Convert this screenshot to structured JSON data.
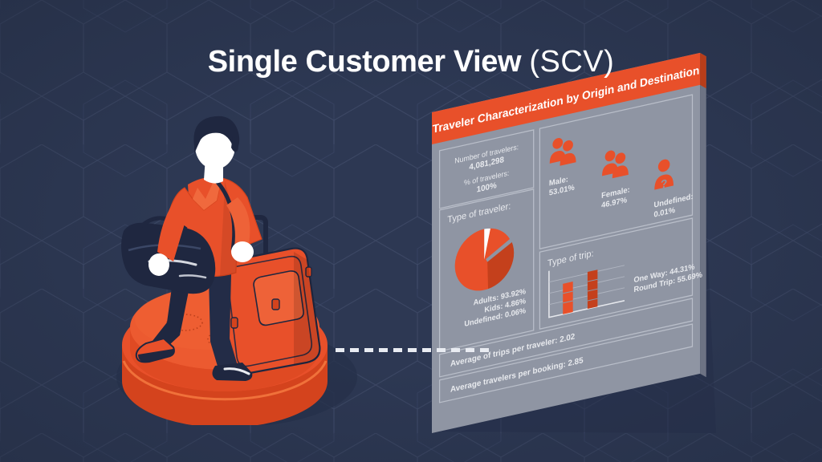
{
  "page": {
    "title_main": "Single Customer View",
    "title_paren": "(SCV)",
    "background_color": "#2d3853",
    "accent_color": "#e8502a",
    "panel_color": "#8f95a3",
    "text_color": "#ffffff"
  },
  "illustration": {
    "name": "traveler-with-suitcase",
    "podium_color": "#e8502a",
    "jacket_color": "#e8502a",
    "pants_color": "#1f2740",
    "bag_color": "#1f2740"
  },
  "connector": {
    "name": "dashed-connector",
    "color": "#e9ecf2"
  },
  "dashboard": {
    "header": "Traveler Characterization by Origin and Destination",
    "cards": {
      "travelers": {
        "label_1": "Number of travelers:",
        "value_1": "4,081,298",
        "label_2": "% of travelers:",
        "value_2": "100%"
      },
      "type_of_traveler": {
        "label": "Type of traveler:",
        "chart_type": "pie",
        "legend": [
          {
            "name": "Adults",
            "text": "Adults: 93.92%",
            "value": 93.92,
            "color": "#e8502a"
          },
          {
            "name": "Kids",
            "text": "Kids: 4.86%",
            "value": 4.86,
            "color": "#c4401c"
          },
          {
            "name": "Undefined",
            "text": "Undefined: 0.06%",
            "value": 0.06,
            "color": "#ffffff"
          }
        ]
      },
      "gender": [
        {
          "name": "male",
          "label": "Male:",
          "value": "53.01%",
          "icon": "people-icon"
        },
        {
          "name": "female",
          "label": "Female:",
          "value": "46.97%",
          "icon": "people-icon"
        },
        {
          "name": "undefined",
          "label": "Undefined:",
          "value": "0.01%",
          "icon": "person-question-icon"
        }
      ],
      "type_of_trip": {
        "label": "Type of trip:",
        "chart_type": "bar",
        "bars": [
          {
            "name": "one-way",
            "text": "One Way: 44.31%",
            "value": 44.31,
            "color": "#e8502a"
          },
          {
            "name": "round-trip",
            "text": "Round Trip: 55.69%",
            "value": 55.69,
            "color": "#c4401c"
          }
        ]
      },
      "averages": [
        {
          "name": "avg-trips-per-traveler",
          "text": "Average of trips per traveler: 2.02"
        },
        {
          "name": "avg-travelers-per-booking",
          "text": "Average travelers per booking: 2.85"
        }
      ]
    }
  },
  "chart_data": [
    {
      "type": "pie",
      "title": "Type of traveler:",
      "categories": [
        "Adults",
        "Kids",
        "Undefined"
      ],
      "values": [
        93.92,
        4.86,
        0.06
      ],
      "labels": [
        "Adults: 93.92%",
        "Kids: 4.86%",
        "Undefined: 0.06%"
      ],
      "colors": [
        "#e8502a",
        "#c4401c",
        "#ffffff"
      ],
      "unit": "%",
      "legend": "below"
    },
    {
      "type": "bar",
      "title": "Type of trip:",
      "categories": [
        "One Way",
        "Round Trip"
      ],
      "values": [
        44.31,
        55.69
      ],
      "labels": [
        "One Way: 44.31%",
        "Round Trip: 55.69%"
      ],
      "colors": [
        "#e8502a",
        "#c4401c"
      ],
      "ylabel": "",
      "xlabel": "",
      "ylim": [
        0,
        100
      ],
      "grid": true,
      "legend": "right"
    },
    {
      "type": "table",
      "title": "Traveler Characterization by Origin and Destination",
      "rows": [
        [
          "Number of travelers:",
          "4,081,298"
        ],
        [
          "% of travelers:",
          "100%"
        ],
        [
          "Adults",
          "93.92%"
        ],
        [
          "Kids",
          "4.86%"
        ],
        [
          "Undefined (type)",
          "0.06%"
        ],
        [
          "Male",
          "53.01%"
        ],
        [
          "Female",
          "46.97%"
        ],
        [
          "Undefined (gender)",
          "0.01%"
        ],
        [
          "One Way",
          "44.31%"
        ],
        [
          "Round Trip",
          "55.69%"
        ],
        [
          "Average of trips per traveler",
          "2.02"
        ],
        [
          "Average travelers per booking",
          "2.85"
        ]
      ]
    }
  ]
}
